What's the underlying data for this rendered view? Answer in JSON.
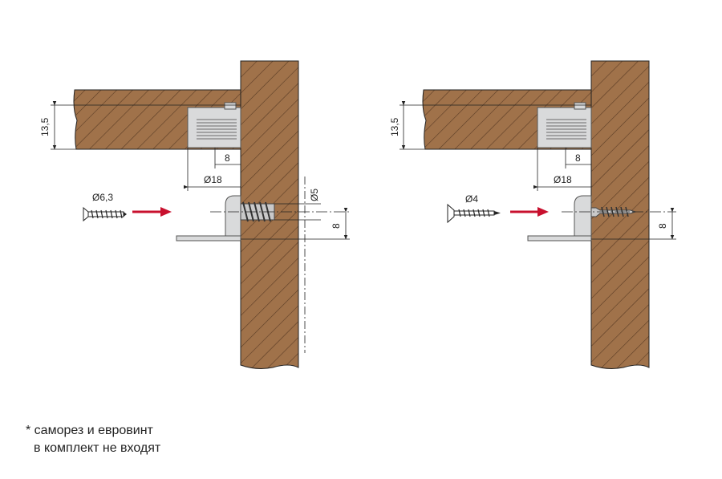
{
  "colors": {
    "wood": "#a0724a",
    "hatch": "#5a3c24",
    "metal": "#d9dadb",
    "arrow": "#c8102e",
    "line": "#222222"
  },
  "left_figure": {
    "height_label": "13,5",
    "offset_label": "8",
    "diameter_label": "Ø18",
    "screw_label": "Ø6,3",
    "hole_label": "Ø5",
    "pin_offset_label": "8"
  },
  "right_figure": {
    "height_label": "13,5",
    "offset_label": "8",
    "diameter_label": "Ø18",
    "screw_label": "Ø4",
    "pin_offset_label": "8"
  },
  "footnote": {
    "line1": "* саморез и евровинт",
    "line2": "в комплект не входят"
  }
}
